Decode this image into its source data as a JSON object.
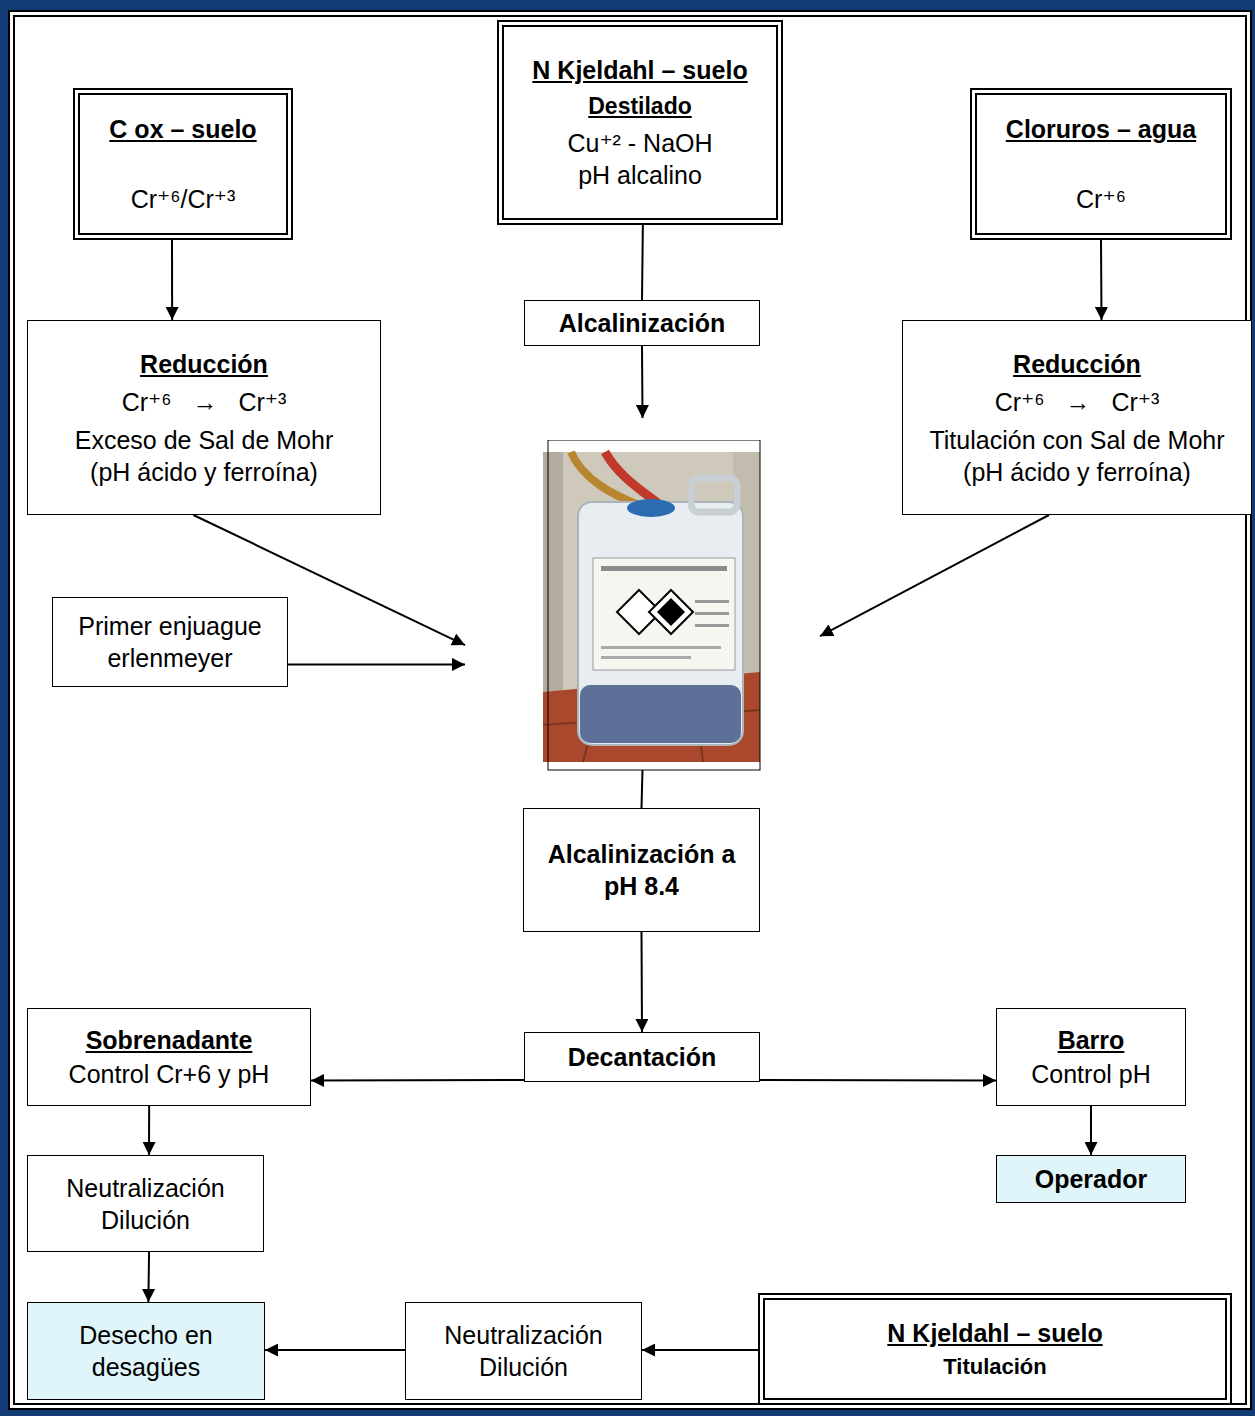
{
  "diagram": {
    "nodes": [
      {
        "text": [
          "C ox – suelo",
          "Cr⁺⁶/Cr⁺³"
        ]
      },
      {
        "text": [
          "N Kjeldahl – suelo",
          "Destilado",
          "Cu⁺² - NaOH pH alcalino"
        ]
      },
      {
        "text": [
          "Cloruros – agua",
          "Cr⁺⁶"
        ]
      },
      {
        "text": [
          "Reducción",
          "Cr⁺⁶ → Cr⁺³",
          "Exceso de Sal de Mohr (pH ácido y ferroína)"
        ]
      },
      {
        "text": [
          "Alcalinización"
        ]
      },
      {
        "text": [
          "Reducción",
          "Cr⁺⁶ → Cr⁺³",
          "Titulación con Sal de Mohr (pH ácido y ferroína)"
        ]
      },
      {
        "text": [
          "Primer enjuague erlenmeyer"
        ]
      },
      {
        "text": []
      },
      {
        "text": [
          "Alcalinización a pH 8.4"
        ]
      },
      {
        "text": [
          "Sobrenadante",
          "Control Cr+6 y pH"
        ]
      },
      {
        "text": [
          "Decantación"
        ]
      },
      {
        "text": [
          "Barro",
          "Control pH"
        ]
      },
      {
        "text": [
          "Neutralización Dilución"
        ]
      },
      {
        "text": [
          "Operador"
        ]
      },
      {
        "text": [
          "Desecho en desagües"
        ]
      },
      {
        "text": [
          "Neutralización Dilución"
        ]
      },
      {
        "text": [
          "N Kjeldahl – suelo",
          "Titulación"
        ]
      }
    ],
    "edges": [
      {
        "from": 0,
        "to": 3,
        "arrow": "to"
      },
      {
        "from": 1,
        "to": 4,
        "arrow": "none"
      },
      {
        "from": 4,
        "to": 7,
        "arrow": "to"
      },
      {
        "from": 2,
        "to": 5,
        "arrow": "to"
      },
      {
        "from": 3,
        "to": 7,
        "arrow": "to"
      },
      {
        "from": 6,
        "to": 7,
        "arrow": "to"
      },
      {
        "from": 5,
        "to": 7,
        "arrow": "to"
      },
      {
        "from": 7,
        "to": 8,
        "arrow": "none"
      },
      {
        "from": 8,
        "to": 10,
        "arrow": "to"
      },
      {
        "from": 10,
        "to": 9,
        "arrow": "to"
      },
      {
        "from": 10,
        "to": 11,
        "arrow": "to"
      },
      {
        "from": 9,
        "to": 12,
        "arrow": "to"
      },
      {
        "from": 11,
        "to": 13,
        "arrow": "to"
      },
      {
        "from": 12,
        "to": 14,
        "arrow": "to"
      },
      {
        "from": 16,
        "to": 15,
        "arrow": "to"
      },
      {
        "from": 15,
        "to": 14,
        "arrow": "to"
      }
    ]
  }
}
